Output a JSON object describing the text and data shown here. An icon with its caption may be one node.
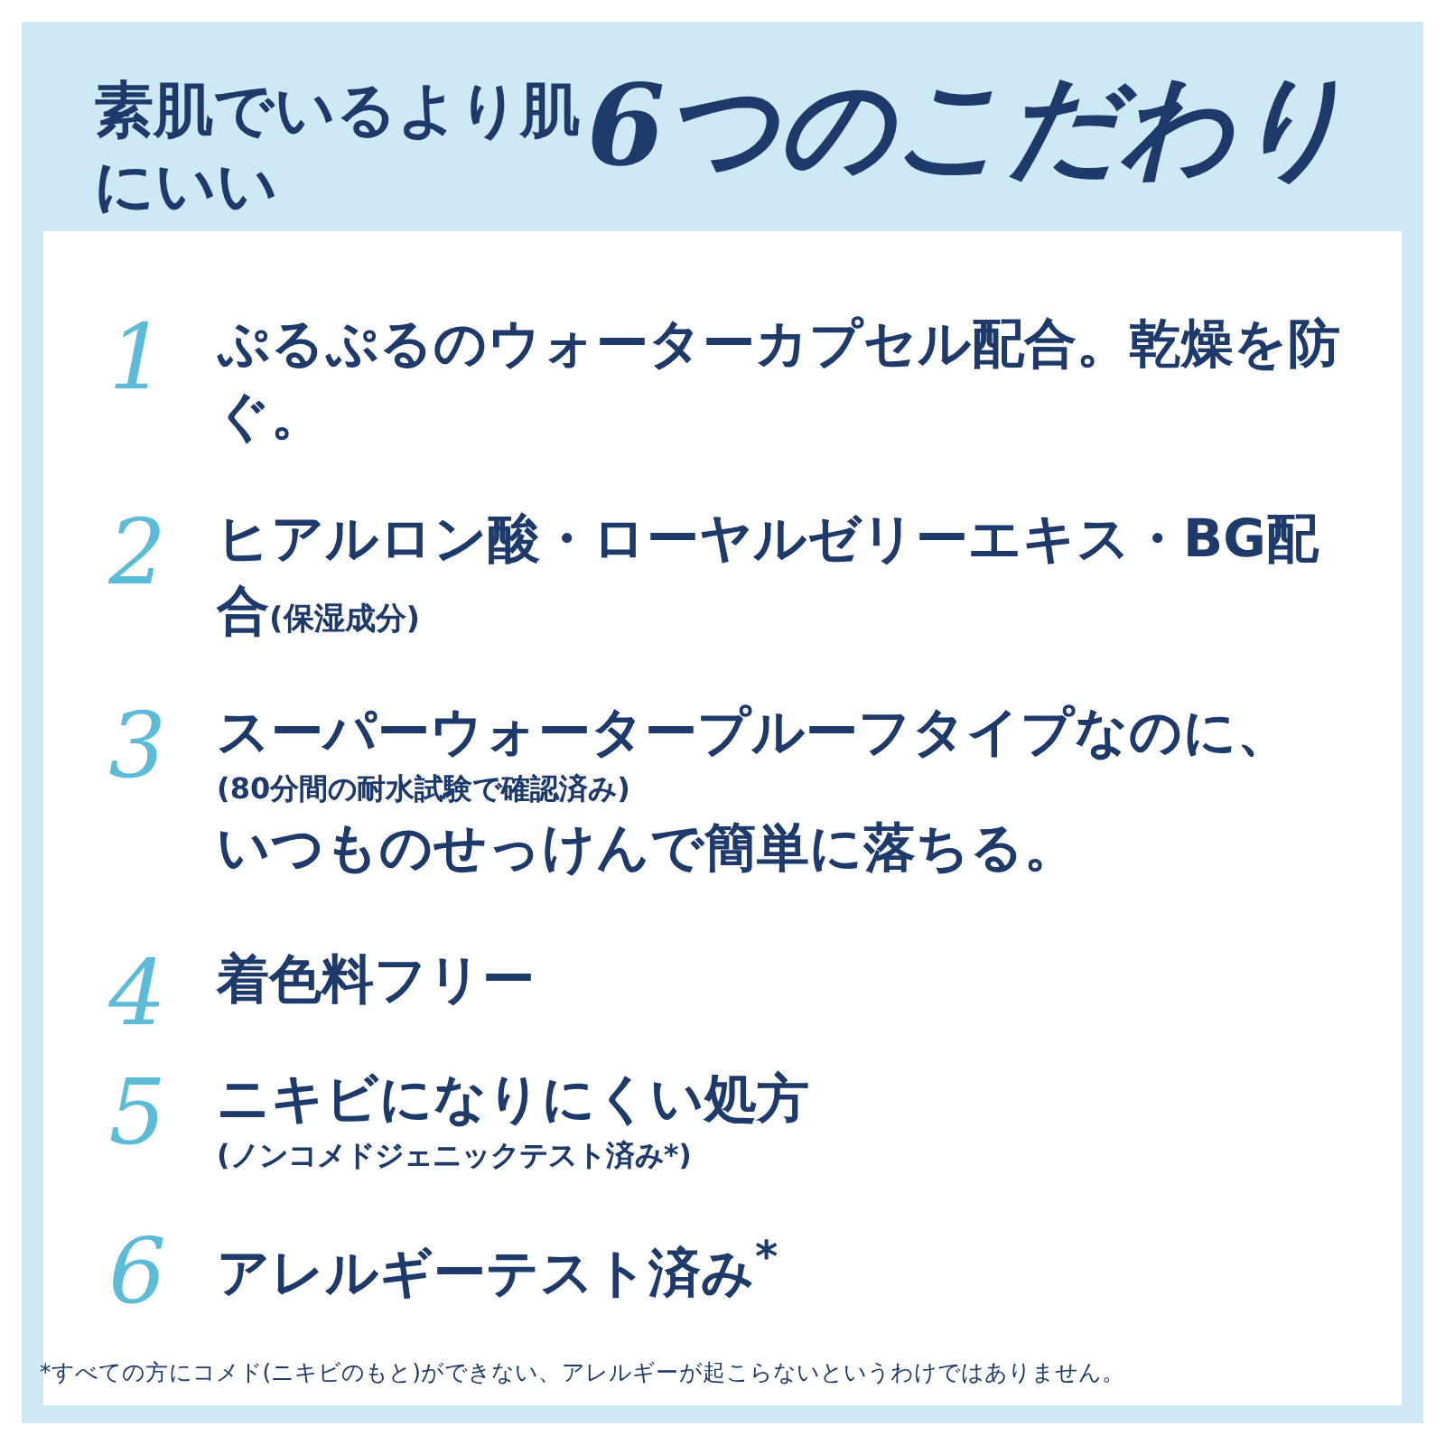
{
  "diagram": {
    "labels": [
      "素肌でいるより肌にいい",
      "6つのこだわり",
      "1",
      "ぷるぷるのウォーターカプセル配合。乾燥を防ぐ。",
      "2",
      "ヒアルロン酸・ローヤルゼリーエキス・BG配合",
      "(保湿成分)",
      "3",
      "スーパーウォータープルーフタイプなのに、",
      "(80分間の耐水試験で確認済み)",
      "いつものせっけんで簡単に落ちる。",
      "4",
      "着色料フリー",
      "5",
      "ニキビになりにくい処方",
      "(ノンコメドジェニックテスト済み*)",
      "6",
      "アレルギーテスト済み$^{*}$",
      "*すべての方にコメド(ニキビのもと)ができない、アレルギーが起こらないというわけではありません。"
    ]
  }
}
